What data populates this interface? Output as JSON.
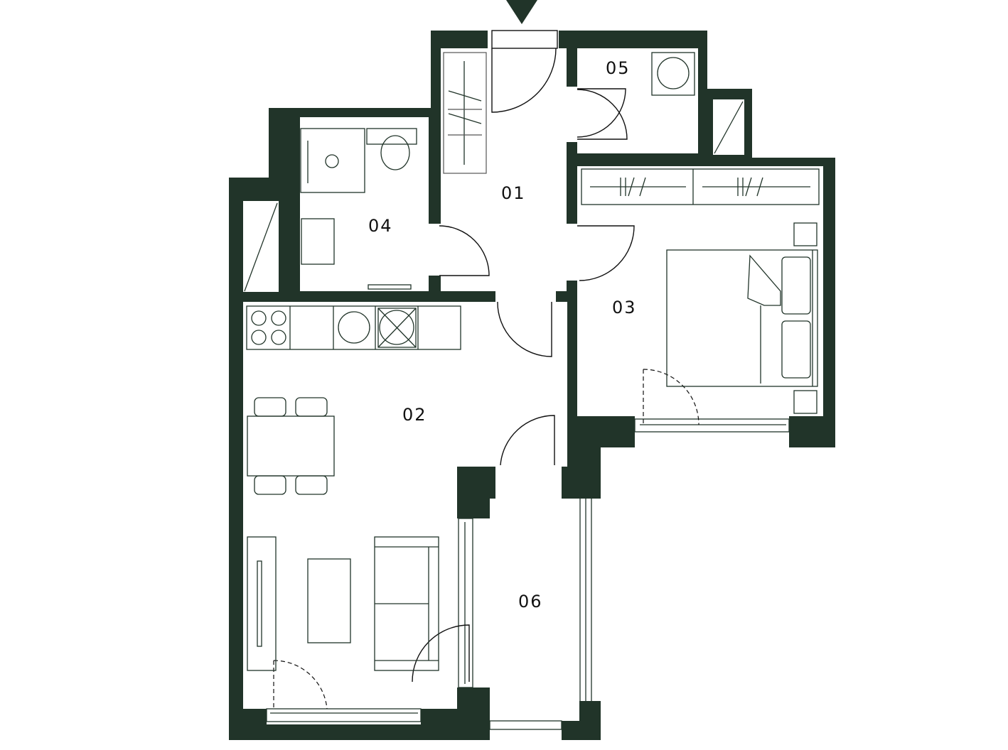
{
  "plan": {
    "wall_color": "#213429",
    "entrance_marker": "entrance-arrow-icon",
    "rooms": [
      {
        "id": "01",
        "label": "01"
      },
      {
        "id": "02",
        "label": "02"
      },
      {
        "id": "03",
        "label": "03"
      },
      {
        "id": "04",
        "label": "04"
      },
      {
        "id": "05",
        "label": "05"
      },
      {
        "id": "06",
        "label": "06"
      }
    ]
  }
}
